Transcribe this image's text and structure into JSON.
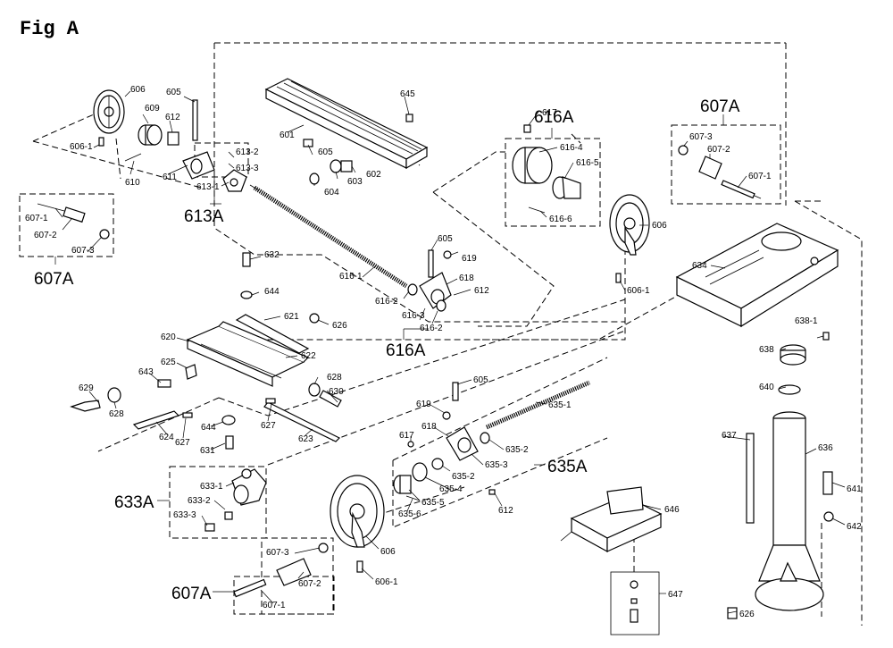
{
  "figure_title": "Fig A",
  "callouts": [
    {
      "id": "c606a",
      "text": "606"
    },
    {
      "id": "c609",
      "text": "609"
    },
    {
      "id": "c605a",
      "text": "605"
    },
    {
      "id": "c612a",
      "text": "612"
    },
    {
      "id": "c6061a",
      "text": "606-1"
    },
    {
      "id": "c610",
      "text": "610"
    },
    {
      "id": "c611",
      "text": "611"
    },
    {
      "id": "c6132",
      "text": "613-2"
    },
    {
      "id": "c6133",
      "text": "613-3"
    },
    {
      "id": "c6131",
      "text": "613-1"
    },
    {
      "id": "c601",
      "text": "601"
    },
    {
      "id": "c645",
      "text": "645"
    },
    {
      "id": "c605b",
      "text": "605"
    },
    {
      "id": "c602",
      "text": "602"
    },
    {
      "id": "c603",
      "text": "603"
    },
    {
      "id": "c604",
      "text": "604"
    },
    {
      "id": "c6071a",
      "text": "607-1"
    },
    {
      "id": "c6072a",
      "text": "607-2"
    },
    {
      "id": "c6073a",
      "text": "607-3"
    },
    {
      "id": "c632",
      "text": "632"
    },
    {
      "id": "c644a",
      "text": "644"
    },
    {
      "id": "c6161",
      "text": "616-1"
    },
    {
      "id": "c605c",
      "text": "605"
    },
    {
      "id": "c619a",
      "text": "619"
    },
    {
      "id": "c618a",
      "text": "618"
    },
    {
      "id": "c612b",
      "text": "612"
    },
    {
      "id": "c6162a",
      "text": "616-2"
    },
    {
      "id": "c6163",
      "text": "616-3"
    },
    {
      "id": "c6162b",
      "text": "616-2"
    },
    {
      "id": "c617a",
      "text": "617"
    },
    {
      "id": "c6164",
      "text": "616-4"
    },
    {
      "id": "c6165",
      "text": "616-5"
    },
    {
      "id": "c6166",
      "text": "616-6"
    },
    {
      "id": "c606b",
      "text": "606"
    },
    {
      "id": "c6061b",
      "text": "606-1"
    },
    {
      "id": "c6073b",
      "text": "607-3"
    },
    {
      "id": "c6072b",
      "text": "607-2"
    },
    {
      "id": "c6071b",
      "text": "607-1"
    },
    {
      "id": "c634",
      "text": "634"
    },
    {
      "id": "c621",
      "text": "621"
    },
    {
      "id": "c626a",
      "text": "626"
    },
    {
      "id": "c620",
      "text": "620"
    },
    {
      "id": "c622",
      "text": "622"
    },
    {
      "id": "c625",
      "text": "625"
    },
    {
      "id": "c643",
      "text": "643"
    },
    {
      "id": "c628a",
      "text": "628"
    },
    {
      "id": "c630",
      "text": "630"
    },
    {
      "id": "c629",
      "text": "629"
    },
    {
      "id": "c628b",
      "text": "628"
    },
    {
      "id": "c627a",
      "text": "627"
    },
    {
      "id": "c627b",
      "text": "627"
    },
    {
      "id": "c624",
      "text": "624"
    },
    {
      "id": "c623",
      "text": "623"
    },
    {
      "id": "c644b",
      "text": "644"
    },
    {
      "id": "c631",
      "text": "631"
    },
    {
      "id": "c6381",
      "text": "638-1"
    },
    {
      "id": "c638",
      "text": "638"
    },
    {
      "id": "c640",
      "text": "640"
    },
    {
      "id": "c605d",
      "text": "605"
    },
    {
      "id": "c6351",
      "text": "635-1"
    },
    {
      "id": "c619b",
      "text": "619"
    },
    {
      "id": "c618b",
      "text": "618"
    },
    {
      "id": "c617b",
      "text": "617"
    },
    {
      "id": "c6352a",
      "text": "635-2"
    },
    {
      "id": "c6353",
      "text": "635-3"
    },
    {
      "id": "c6352b",
      "text": "635-2"
    },
    {
      "id": "c6354",
      "text": "635-4"
    },
    {
      "id": "c6355",
      "text": "635-5"
    },
    {
      "id": "c6356",
      "text": "635-6"
    },
    {
      "id": "c612c",
      "text": "612"
    },
    {
      "id": "c637",
      "text": "637"
    },
    {
      "id": "c636",
      "text": "636"
    },
    {
      "id": "c641",
      "text": "641"
    },
    {
      "id": "c642",
      "text": "642"
    },
    {
      "id": "c6331",
      "text": "633-1"
    },
    {
      "id": "c6332",
      "text": "633-2"
    },
    {
      "id": "c6333",
      "text": "633-3"
    },
    {
      "id": "c646",
      "text": "646"
    },
    {
      "id": "c606c",
      "text": "606"
    },
    {
      "id": "c6061c",
      "text": "606-1"
    },
    {
      "id": "c6073c",
      "text": "607-3"
    },
    {
      "id": "c6072c",
      "text": "607-2"
    },
    {
      "id": "c6071c",
      "text": "607-1"
    },
    {
      "id": "c647",
      "text": "647"
    },
    {
      "id": "c626b",
      "text": "626"
    }
  ],
  "group_labels": [
    {
      "id": "g613A",
      "text": "613A"
    },
    {
      "id": "g607A1",
      "text": "607A"
    },
    {
      "id": "g616A1",
      "text": "616A"
    },
    {
      "id": "g616A2",
      "text": "616A"
    },
    {
      "id": "g607A2",
      "text": "607A"
    },
    {
      "id": "g635A",
      "text": "635A"
    },
    {
      "id": "g633A",
      "text": "633A"
    },
    {
      "id": "g607A3",
      "text": "607A"
    }
  ]
}
